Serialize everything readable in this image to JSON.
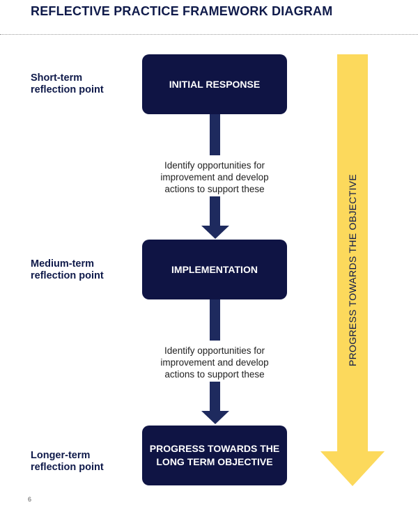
{
  "title": "REFLECTIVE PRACTICE FRAMEWORK DIAGRAM",
  "stages": [
    {
      "label": "Short-term reflection point",
      "box": "INITIAL RESPONSE"
    },
    {
      "label": "Medium-term reflection point",
      "box": "IMPLEMENTATION"
    },
    {
      "label": "Longer-term reflection point",
      "box": "PROGRESS TOWARDS THE LONG TERM OBJECTIVE"
    }
  ],
  "connectors": [
    {
      "text": "Identify opportunities for improvement and develop actions to support these"
    },
    {
      "text": "Identify opportunities for improvement and develop actions to support these"
    }
  ],
  "progress_arrow": {
    "label": "PROGRESS TOWARDS THE OBJECTIVE",
    "color": "#fcd95c"
  },
  "colors": {
    "box": "#0f1444",
    "connector": "#1e2a5e",
    "title": "#0f1a4a"
  },
  "page_number": "6"
}
